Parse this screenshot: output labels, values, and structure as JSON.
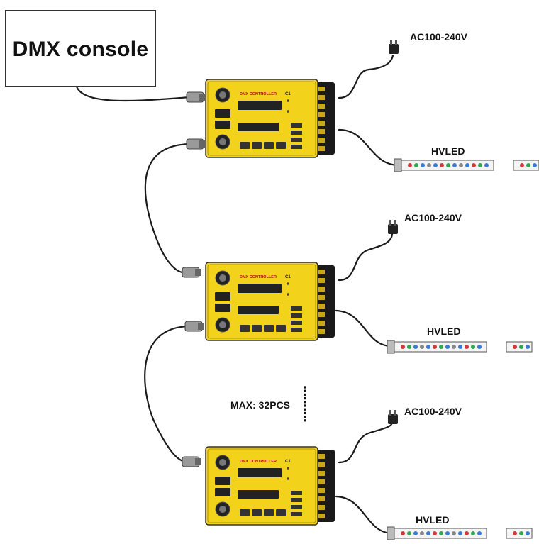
{
  "console": {
    "label": "DMX console"
  },
  "controllers": [
    {
      "power_label": "AC100-240V",
      "led_label": "HVLED",
      "brand_text": "DMX CONTROLLER",
      "model_text": "C1"
    },
    {
      "power_label": "AC100-240V",
      "led_label": "HVLED",
      "brand_text": "DMX CONTROLLER",
      "model_text": "C1"
    },
    {
      "power_label": "AC100-240V",
      "led_label": "HVLED",
      "brand_text": "DMX CONTROLLER",
      "model_text": "C1"
    }
  ],
  "max_note": "MAX: 32PCS",
  "colors": {
    "controller_body": "#f2d21b",
    "controller_edge": "#1a1a1a",
    "cable": "#1b1b1b",
    "led_red": "#d23a3a",
    "led_green": "#2fa84f",
    "led_blue": "#3a7bd5"
  }
}
